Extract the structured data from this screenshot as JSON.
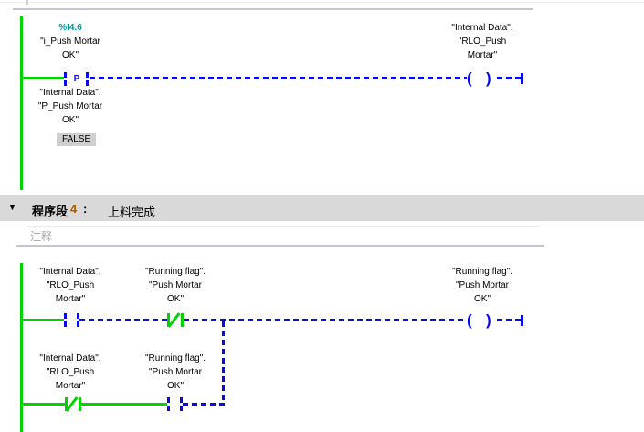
{
  "colors": {
    "power_flow_true": "#00d300",
    "power_flow_false": "#0909f0",
    "operand_address": "#009a9a",
    "network_number": "#a05a00",
    "header_background": "#d9d9d9",
    "monitor_value_background": "#cfcfcf"
  },
  "network3": {
    "edge_contact": {
      "address": "%I4.6",
      "name_lines": [
        "\"i_Push Mortar",
        "OK\""
      ],
      "edge_letter": "P"
    },
    "edge_memory": {
      "name_lines": [
        "\"Internal Data\".",
        "\"P_Push Mortar",
        "OK\""
      ],
      "monitor_value": "FALSE"
    },
    "coil": {
      "name_lines": [
        "\"Internal Data\".",
        "\"RLO_Push",
        "Mortar\""
      ]
    }
  },
  "network4": {
    "header": {
      "collapse_icon": "▼",
      "label": "程序段",
      "number": "4",
      "colon": ":",
      "title": "上料完成"
    },
    "comment_placeholder": "注释",
    "main_rung": {
      "contact1": {
        "type": "NO",
        "name_lines": [
          "\"Internal Data\".",
          "\"RLO_Push",
          "Mortar\""
        ]
      },
      "contact2": {
        "type": "NC",
        "name_lines": [
          "\"Running flag\".",
          "\"Push Mortar",
          "OK\""
        ]
      },
      "coil": {
        "name_lines": [
          "\"Running flag\".",
          "\"Push Mortar",
          "OK\""
        ]
      }
    },
    "branch_rung": {
      "contact1": {
        "type": "NC",
        "name_lines": [
          "\"Internal Data\".",
          "\"RLO_Push",
          "Mortar\""
        ]
      },
      "contact2": {
        "type": "NO",
        "name_lines": [
          "\"Running flag\".",
          "\"Push Mortar",
          "OK\""
        ]
      }
    }
  }
}
